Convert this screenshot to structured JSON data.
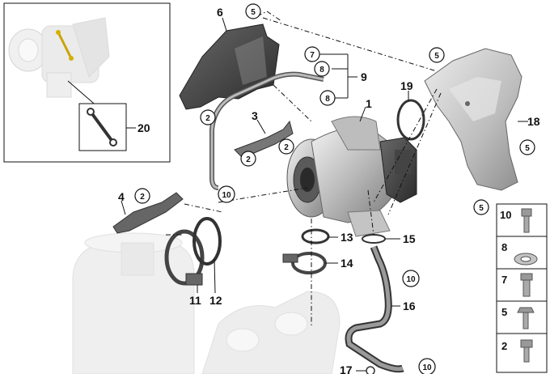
{
  "diagram": {
    "callouts": {
      "n1": "1",
      "n3": "3",
      "n4": "4",
      "n6": "6",
      "n9": "9",
      "n11": "11",
      "n12": "12",
      "n13": "13",
      "n14": "14",
      "n15": "15",
      "n16": "16",
      "n17": "17",
      "n18": "18",
      "n19": "19",
      "n20": "20"
    },
    "circled": {
      "c5a": "5",
      "c5b": "5",
      "c5c": "5",
      "c5d": "5",
      "c7": "7",
      "c8a": "8",
      "c8b": "8",
      "c2a": "2",
      "c2b": "2",
      "c2c": "2",
      "c2d": "2",
      "c10a": "10",
      "c10b": "10",
      "c10c": "10"
    },
    "legend": [
      "10",
      "8",
      "7",
      "5",
      "2"
    ]
  }
}
